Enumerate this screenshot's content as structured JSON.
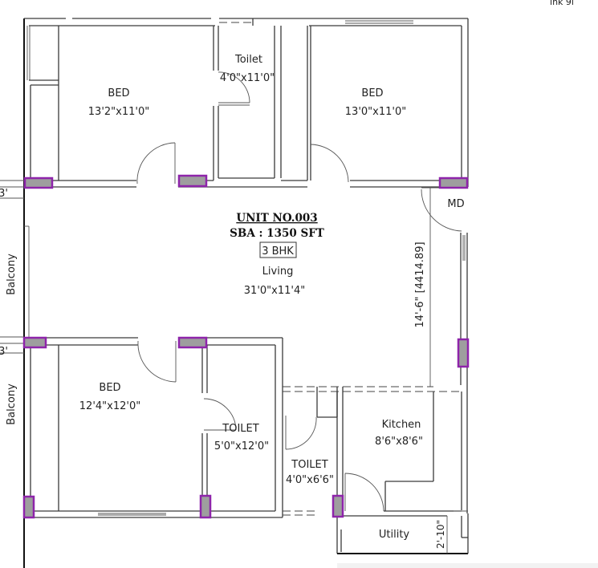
{
  "plan": {
    "unit_title": "UNIT NO.003",
    "sba": "SBA : 1350 SFT",
    "type_badge": "3 BHK",
    "corner_text": "lnk 9l",
    "marker_color": "#8e24aa",
    "marker_fill": "#9e9e9e"
  },
  "rooms": {
    "bed1": {
      "name": "BED",
      "size": "13'2\"x11'0\""
    },
    "toilet1": {
      "name": "Toilet",
      "size": "4'0\"x11'0\""
    },
    "bed2": {
      "name": "BED",
      "size": "13'0\"x11'0\""
    },
    "living": {
      "name": "Living",
      "size": "31'0\"x11'4\""
    },
    "bed3": {
      "name": "BED",
      "size": "12'4\"x12'0\""
    },
    "toilet2": {
      "name": "TOILET",
      "size": "5'0\"x12'0\""
    },
    "toilet3": {
      "name": "TOILET",
      "size": "4'0\"x6'6\""
    },
    "kitchen": {
      "name": "Kitchen",
      "size": "8'6\"x8'6\""
    },
    "utility": {
      "name": "Utility"
    },
    "balcony1": {
      "name": "Balcony"
    },
    "balcony2": {
      "name": "Balcony"
    }
  },
  "labels": {
    "main_door": "MD",
    "dim_vertical": "14'-6\" [4414.89]",
    "dim_utility": "2'-10\"",
    "dim_balcony1": "3'",
    "dim_balcony2": "3'"
  }
}
